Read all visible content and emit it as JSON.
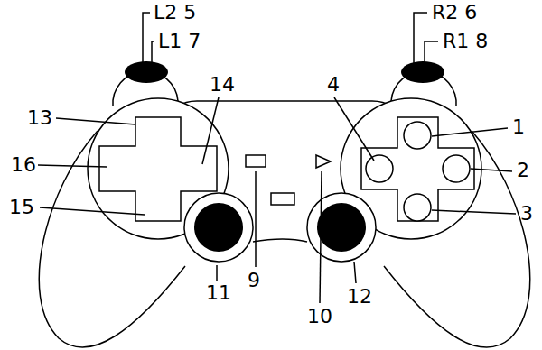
{
  "diagram": {
    "labels": [
      "L2 5",
      "L1 7",
      "R2 6",
      "R1 8",
      "14",
      "4",
      "13",
      "1",
      "16",
      "2",
      "15",
      "3",
      "9",
      "11",
      "12",
      "10"
    ]
  }
}
